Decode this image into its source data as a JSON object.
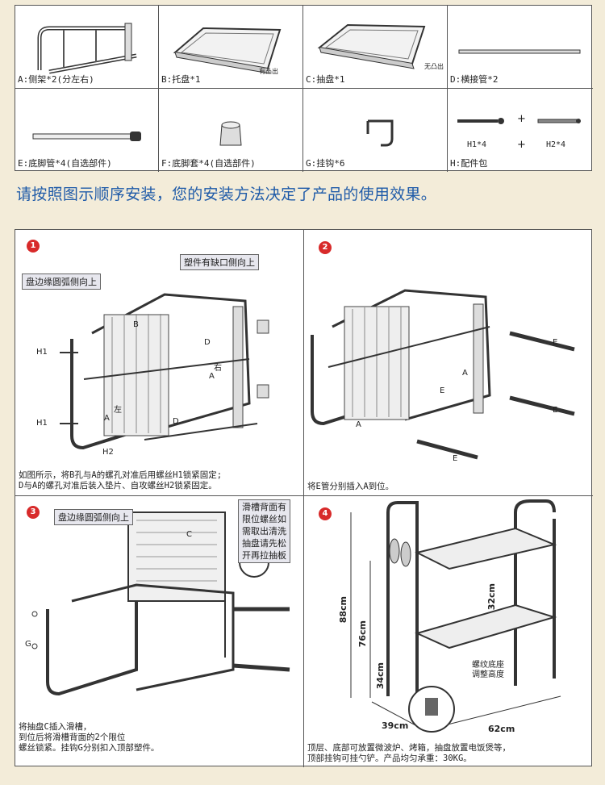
{
  "parts": {
    "items": [
      {
        "label": "A:侧架*2(分左右)"
      },
      {
        "label": "B:托盘*1",
        "tag": "有凸出"
      },
      {
        "label": "C:抽盘*1",
        "tag": "无凸出"
      },
      {
        "label": "D:横接管*2"
      },
      {
        "label": "E:底脚管*4(自选部件)"
      },
      {
        "label": "F:底脚套*4(自选部件)"
      },
      {
        "label": "G:挂钩*6"
      },
      {
        "label": "H:配件包",
        "screw1": "H1*4",
        "screw2": "H2*4",
        "plus": "+"
      }
    ]
  },
  "notice": "请按照图示顺序安装，您的安装方法决定了产品的使用效果。",
  "steps": [
    {
      "num": "1",
      "callouts": [
        "盘边缘圆弧侧向上",
        "塑件有缺口侧向上"
      ],
      "labels": {
        "b": "B",
        "d1": "D",
        "d2": "D",
        "a1": "A",
        "a2": "A",
        "h1a": "H1",
        "h1b": "H1",
        "h2": "H2",
        "left": "左",
        "right": "右"
      },
      "caption": "如图所示，将B孔与A的螺孔对准后用螺丝H1锁紧固定;\nD与A的螺孔对准后装入垫片、自攻螺丝H2锁紧固定。"
    },
    {
      "num": "2",
      "labels": {
        "e": "E",
        "a1": "A",
        "a2": "A"
      },
      "caption": "将E管分别插入A到位。"
    },
    {
      "num": "3",
      "callouts": [
        "盘边缘圆弧侧向上",
        "滑槽背面有\n限位螺丝如\n需取出清洗\n抽盘请先松\n开再拉抽板"
      ],
      "labels": {
        "c": "C",
        "g": "G"
      },
      "caption": "将抽盘C插入滑槽，\n到位后将滑槽背面的2个限位\n螺丝锁紧。挂钩G分别扣入顶部塑件。"
    },
    {
      "num": "4",
      "dims": {
        "total": "88cm",
        "top": "76cm",
        "gap": "32cm",
        "bottom": "34cm",
        "depth": "39cm",
        "width": "62cm"
      },
      "note": "螺纹底座\n调整高度",
      "caption": "顶层、底部可放置微波炉、烤箱，抽盘放置电饭煲等，\n顶部挂钩可挂勺铲。产品均匀承重：30KG。"
    }
  ],
  "colors": {
    "notice": "#1e5aa8",
    "badge": "#d82a2a",
    "background": "#f3ecd9"
  }
}
